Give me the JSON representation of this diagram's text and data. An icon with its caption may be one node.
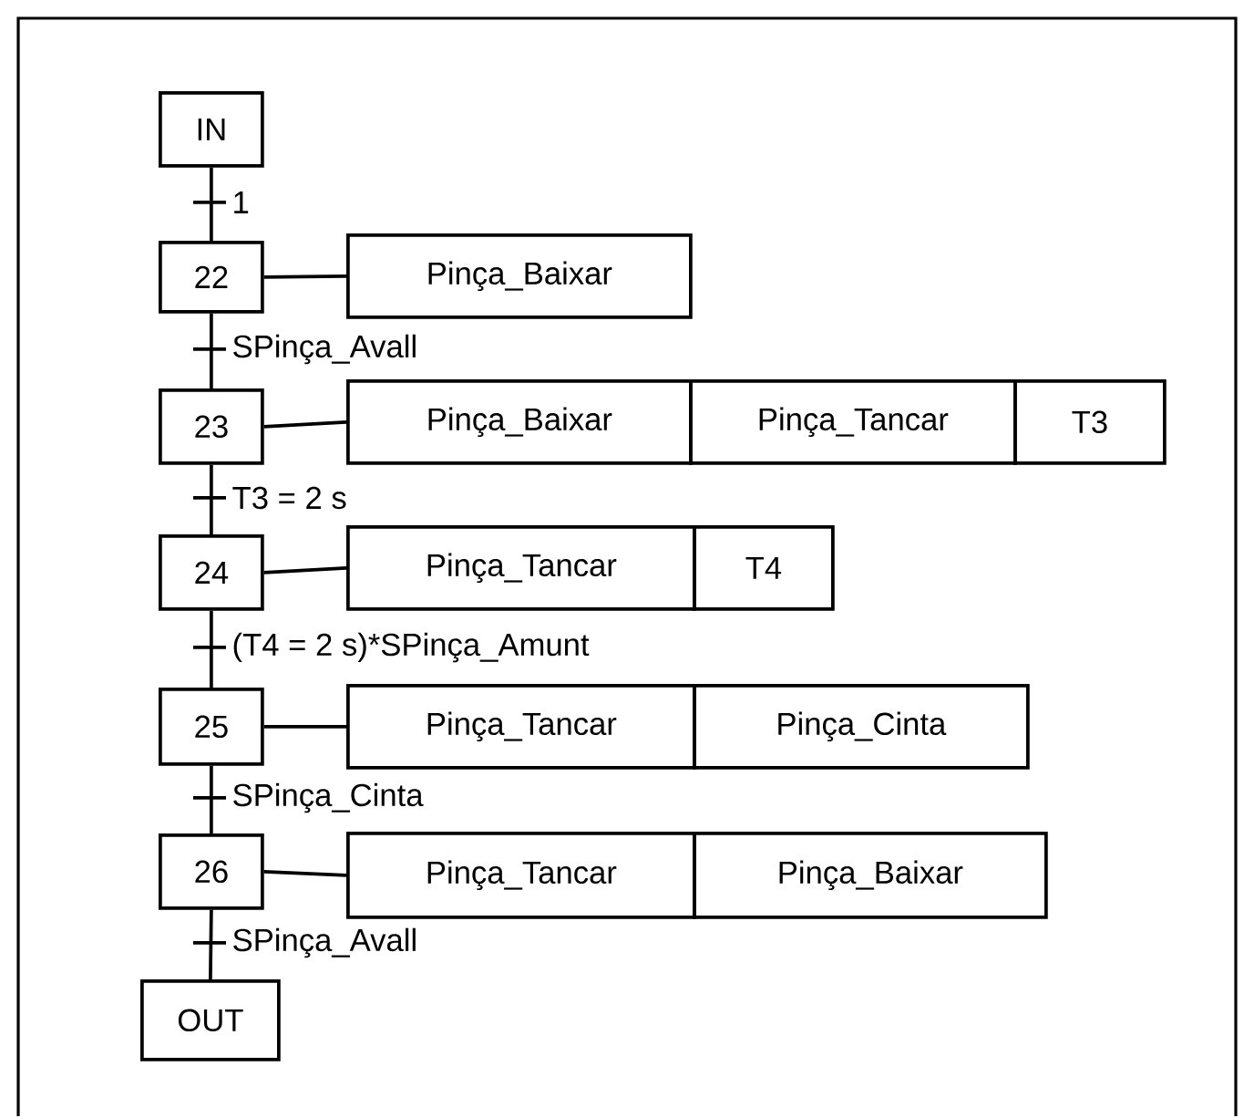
{
  "diagram": {
    "nodes": [
      {
        "text": [
          "IN"
        ]
      },
      {
        "text": [
          "22"
        ]
      },
      {
        "text": [
          "Pinça_Baixar"
        ]
      },
      {
        "text": [
          "23"
        ]
      },
      {
        "text": [
          "Pinça_Baixar"
        ]
      },
      {
        "text": [
          "Pinça_Tancar"
        ]
      },
      {
        "text": [
          "T3"
        ]
      },
      {
        "text": [
          "24"
        ]
      },
      {
        "text": [
          "Pinça_Tancar"
        ]
      },
      {
        "text": [
          "T4"
        ]
      },
      {
        "text": [
          "25"
        ]
      },
      {
        "text": [
          "Pinça_Tancar"
        ]
      },
      {
        "text": [
          "Pinça_Cinta"
        ]
      },
      {
        "text": [
          "26"
        ]
      },
      {
        "text": [
          "Pinça_Tancar"
        ]
      },
      {
        "text": [
          "Pinça_Baixar"
        ]
      },
      {
        "text": [
          "OUT"
        ]
      }
    ],
    "edges": [
      {
        "from": 0,
        "to": 1,
        "arrow": "none",
        "label": "1"
      },
      {
        "from": 1,
        "to": 2,
        "arrow": "none"
      },
      {
        "from": 1,
        "to": 3,
        "arrow": "none",
        "label": "SPinça_Avall"
      },
      {
        "from": 3,
        "to": 4,
        "arrow": "none"
      },
      {
        "from": 3,
        "to": 7,
        "arrow": "none",
        "label": "T3 = 2 s"
      },
      {
        "from": 7,
        "to": 8,
        "arrow": "none"
      },
      {
        "from": 7,
        "to": 10,
        "arrow": "none",
        "label": "(T4 = 2 s)*SPinça_Amunt"
      },
      {
        "from": 10,
        "to": 11,
        "arrow": "none"
      },
      {
        "from": 10,
        "to": 13,
        "arrow": "none",
        "label": "SPinça_Cinta"
      },
      {
        "from": 13,
        "to": 14,
        "arrow": "none"
      },
      {
        "from": 13,
        "to": 16,
        "arrow": "none",
        "label": "SPinça_Avall"
      }
    ]
  }
}
